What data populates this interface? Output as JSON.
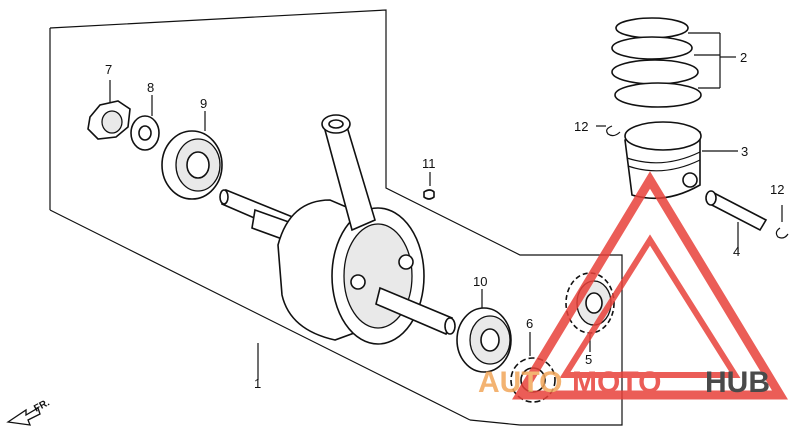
{
  "diagram": {
    "callouts": [
      {
        "id": "p1",
        "label": "1"
      },
      {
        "id": "p2",
        "label": "2"
      },
      {
        "id": "p3",
        "label": "3"
      },
      {
        "id": "p4",
        "label": "4"
      },
      {
        "id": "p5",
        "label": "5"
      },
      {
        "id": "p6",
        "label": "6"
      },
      {
        "id": "p7",
        "label": "7"
      },
      {
        "id": "p8",
        "label": "8"
      },
      {
        "id": "p9",
        "label": "9"
      },
      {
        "id": "p10",
        "label": "10"
      },
      {
        "id": "p11",
        "label": "11"
      },
      {
        "id": "p12a",
        "label": "12"
      },
      {
        "id": "p12b",
        "label": "12"
      }
    ],
    "front_marker": "FR.",
    "watermark": {
      "part1": "AUTO",
      "part2": "MOTO",
      "part3": "HUB"
    },
    "colors": {
      "watermark_red": "#e8413a",
      "watermark_orange": "#f2a65a",
      "watermark_dark": "#2b2b2b",
      "line": "#111111"
    }
  }
}
